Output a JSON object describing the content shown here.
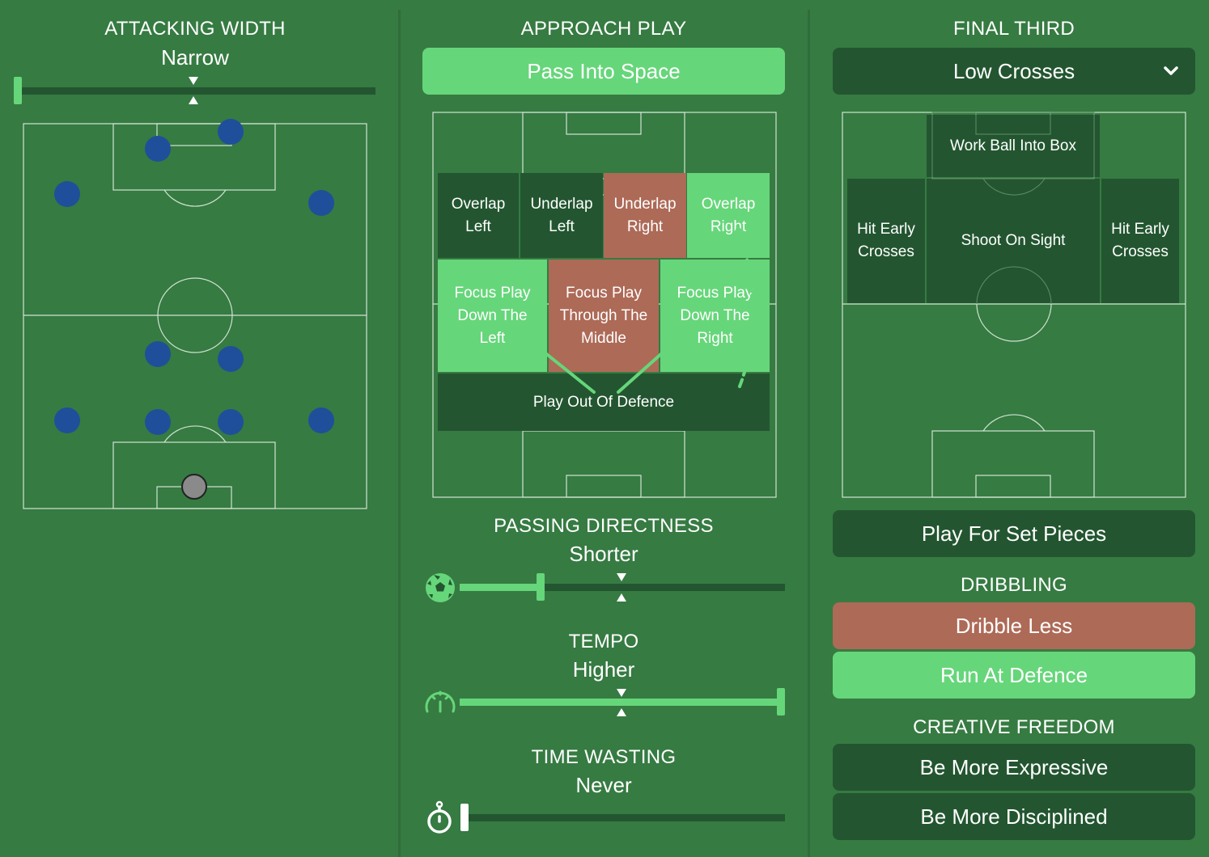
{
  "attacking_width": {
    "heading": "ATTACKING WIDTH",
    "value": "Narrow",
    "slider_level": 0
  },
  "approach_play": {
    "heading": "APPROACH PLAY",
    "selected": "Pass Into Space",
    "zones": {
      "overlap_left": "Overlap Left",
      "underlap_left": "Underlap Left",
      "underlap_right": "Underlap Right",
      "overlap_right": "Overlap Right",
      "focus_left": "Focus Play Down The Left",
      "focus_middle": "Focus Play Through The Middle",
      "focus_right": "Focus Play Down The Right",
      "play_out": "Play Out Of Defence"
    }
  },
  "final_third": {
    "heading": "FINAL THIRD",
    "selected": "Low Crosses",
    "zones": {
      "work_ball": "Work Ball Into Box",
      "hit_early_left": "Hit Early Crosses",
      "shoot": "Shoot On Sight",
      "hit_early_right": "Hit Early Crosses"
    },
    "set_pieces": "Play For Set Pieces"
  },
  "passing_directness": {
    "heading": "PASSING DIRECTNESS",
    "value": "Shorter",
    "slider_level": 0.25
  },
  "tempo": {
    "heading": "TEMPO",
    "value": "Higher",
    "slider_level": 1.0
  },
  "time_wasting": {
    "heading": "TIME WASTING",
    "value": "Never",
    "slider_level": 0
  },
  "dribbling": {
    "heading": "DRIBBLING",
    "option_less": "Dribble Less",
    "option_run": "Run At Defence"
  },
  "creative_freedom": {
    "heading": "CREATIVE FREEDOM",
    "option_expressive": "Be More Expressive",
    "option_disciplined": "Be More Disciplined"
  },
  "colors": {
    "background": "#367b42",
    "dark": "#235630",
    "accent": "#66d67a",
    "red": "#ad6a57",
    "player": "#1f4f9a",
    "goalkeeper": "#8a8a8a"
  },
  "icons": {
    "dropdown": "chevron-down-icon",
    "passing": "football-icon",
    "tempo": "speedometer-icon",
    "time_wasting": "stopwatch-icon"
  }
}
